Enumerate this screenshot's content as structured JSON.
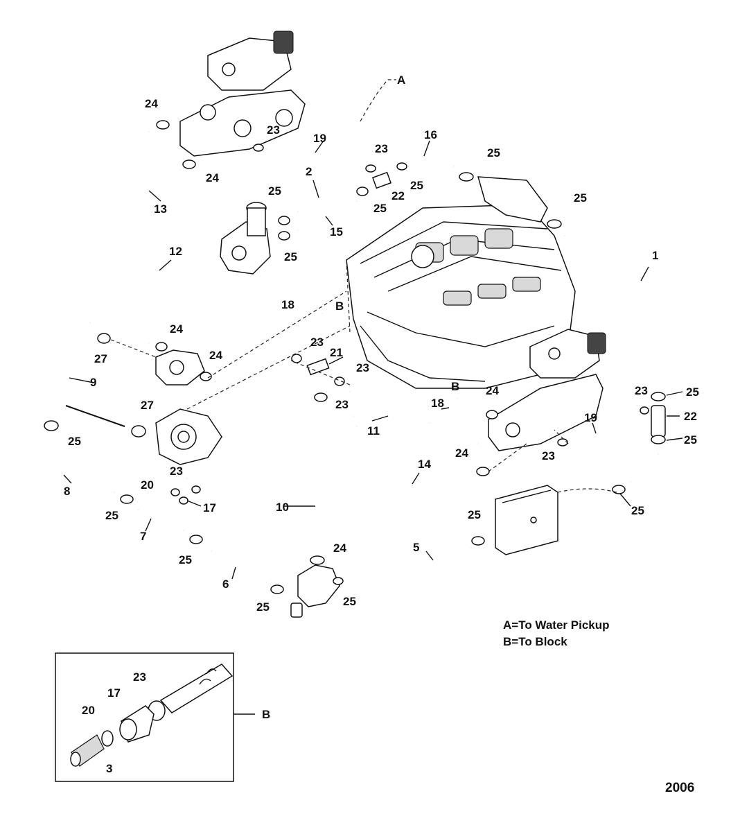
{
  "legend": {
    "line_a": "A=To Water Pickup",
    "line_b": "B=To Block"
  },
  "inset_label": "B",
  "year": "2006",
  "callouts": {
    "c1": "1",
    "c2": "2",
    "c3": "3",
    "c5": "5",
    "c6": "6",
    "c7": "7",
    "c8": "8",
    "c9": "9",
    "c10": "10",
    "c11": "11",
    "c12": "12",
    "c13": "13",
    "c14": "14",
    "c15": "15",
    "c16": "16",
    "c17": "17",
    "c17b": "17",
    "c18": "18",
    "c18b": "18",
    "c19": "19",
    "c19b": "19",
    "c20": "20",
    "c20b": "20",
    "c21": "21",
    "c22": "22",
    "c22b": "22",
    "c23a": "23",
    "c23b": "23",
    "c23c": "23",
    "c23d": "23",
    "c23e": "23",
    "c23f": "23",
    "c23g": "23",
    "c23h": "23",
    "c23i": "23",
    "c24a": "24",
    "c24b": "24",
    "c24c": "24",
    "c24d": "24",
    "c24e": "24",
    "c24f": "24",
    "c24g": "24",
    "c25a": "25",
    "c25b": "25",
    "c25c": "25",
    "c25d": "25",
    "c25e": "25",
    "c25f": "25",
    "c25g": "25",
    "c25h": "25",
    "c25i": "25",
    "c25j": "25",
    "c25k": "25",
    "c25l": "25",
    "c25m": "25",
    "c25n": "25",
    "c25o": "25",
    "c27a": "27",
    "c27b": "27",
    "cA": "A",
    "cB1": "B",
    "cB2": "B"
  }
}
